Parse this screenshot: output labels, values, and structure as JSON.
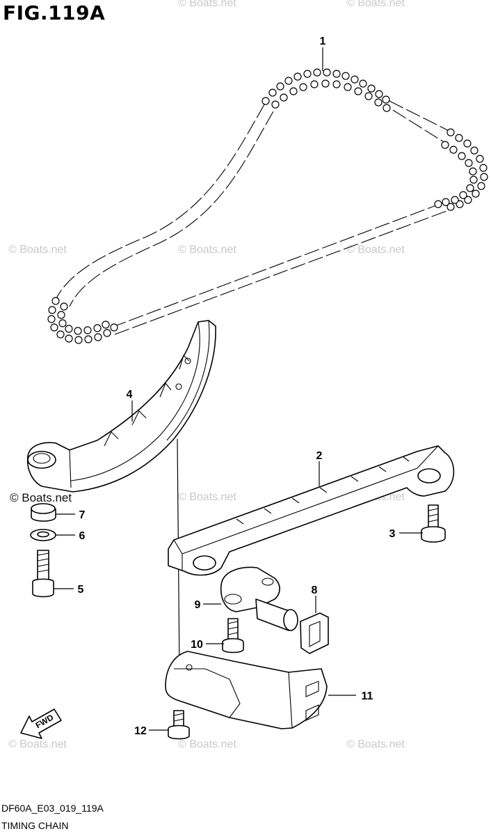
{
  "figure_title": "FIG.119A",
  "drawing_code": "DF60A_E03_019_119A",
  "caption": "TIMING CHAIN",
  "watermarks": [
    "© Boats.net",
    "© Boats.net",
    "© Boats.net",
    "© Boats.net",
    "© Boats.net",
    "© Boats.net",
    "© Boats.net",
    "© Boats.net",
    "© Boats.net",
    "© Boats.net",
    "© Boats.net",
    "© Boats.net"
  ],
  "direction_marker": "FWD",
  "callouts": [
    {
      "id": "1",
      "part": "timing-chain"
    },
    {
      "id": "2",
      "part": "chain-guide"
    },
    {
      "id": "3",
      "part": "guide-bolt"
    },
    {
      "id": "4",
      "part": "tensioner-guide"
    },
    {
      "id": "5",
      "part": "pivot-bolt"
    },
    {
      "id": "6",
      "part": "washer"
    },
    {
      "id": "7",
      "part": "collar"
    },
    {
      "id": "8",
      "part": "tensioner-clip"
    },
    {
      "id": "9",
      "part": "chain-tensioner"
    },
    {
      "id": "10",
      "part": "tensioner-bolt"
    },
    {
      "id": "11",
      "part": "chain-guide-lower"
    },
    {
      "id": "12",
      "part": "lower-guide-bolt"
    }
  ]
}
